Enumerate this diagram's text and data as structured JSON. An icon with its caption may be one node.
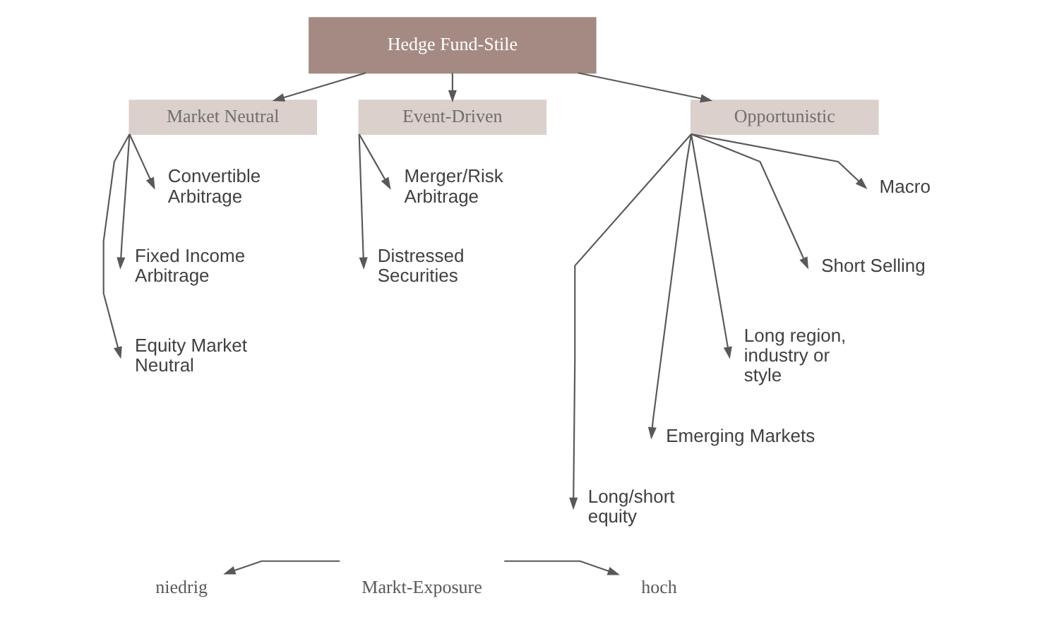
{
  "diagram": {
    "nodes": [
      {
        "text": [
          "Hedge Fund-Stile"
        ]
      },
      {
        "text": [
          "Market Neutral"
        ]
      },
      {
        "text": [
          "Event-Driven"
        ]
      },
      {
        "text": [
          "Opportunistic"
        ]
      },
      {
        "text": [
          "Convertible Arbitrage"
        ]
      },
      {
        "text": [
          "Fixed Income Arbitrage"
        ]
      },
      {
        "text": [
          "Equity Market Neutral"
        ]
      },
      {
        "text": [
          "Merger/Risk Arbitrage"
        ]
      },
      {
        "text": [
          "Distressed Securities"
        ]
      },
      {
        "text": [
          "Macro"
        ]
      },
      {
        "text": [
          "Short Selling"
        ]
      },
      {
        "text": [
          "Long region, industry or style"
        ]
      },
      {
        "text": [
          "Emerging Markets"
        ]
      },
      {
        "text": [
          "Long/short equity"
        ]
      },
      {
        "text": [
          "niedrig"
        ]
      },
      {
        "text": [
          "Markt-Exposure"
        ]
      },
      {
        "text": [
          "hoch"
        ]
      }
    ],
    "edges": [
      {
        "from": 0,
        "to": 1,
        "arrow": "to"
      },
      {
        "from": 0,
        "to": 2,
        "arrow": "to"
      },
      {
        "from": 0,
        "to": 3,
        "arrow": "to"
      },
      {
        "from": 1,
        "to": 4,
        "arrow": "to"
      },
      {
        "from": 1,
        "to": 5,
        "arrow": "to"
      },
      {
        "from": 1,
        "to": 6,
        "arrow": "to"
      },
      {
        "from": 2,
        "to": 7,
        "arrow": "to"
      },
      {
        "from": 2,
        "to": 8,
        "arrow": "to"
      },
      {
        "from": 3,
        "to": 9,
        "arrow": "to"
      },
      {
        "from": 3,
        "to": 10,
        "arrow": "to"
      },
      {
        "from": 3,
        "to": 11,
        "arrow": "to"
      },
      {
        "from": 3,
        "to": 12,
        "arrow": "to"
      },
      {
        "from": 3,
        "to": 13,
        "arrow": "to"
      },
      {
        "from": 15,
        "to": 14,
        "arrow": "to"
      },
      {
        "from": 15,
        "to": 16,
        "arrow": "to"
      }
    ]
  }
}
